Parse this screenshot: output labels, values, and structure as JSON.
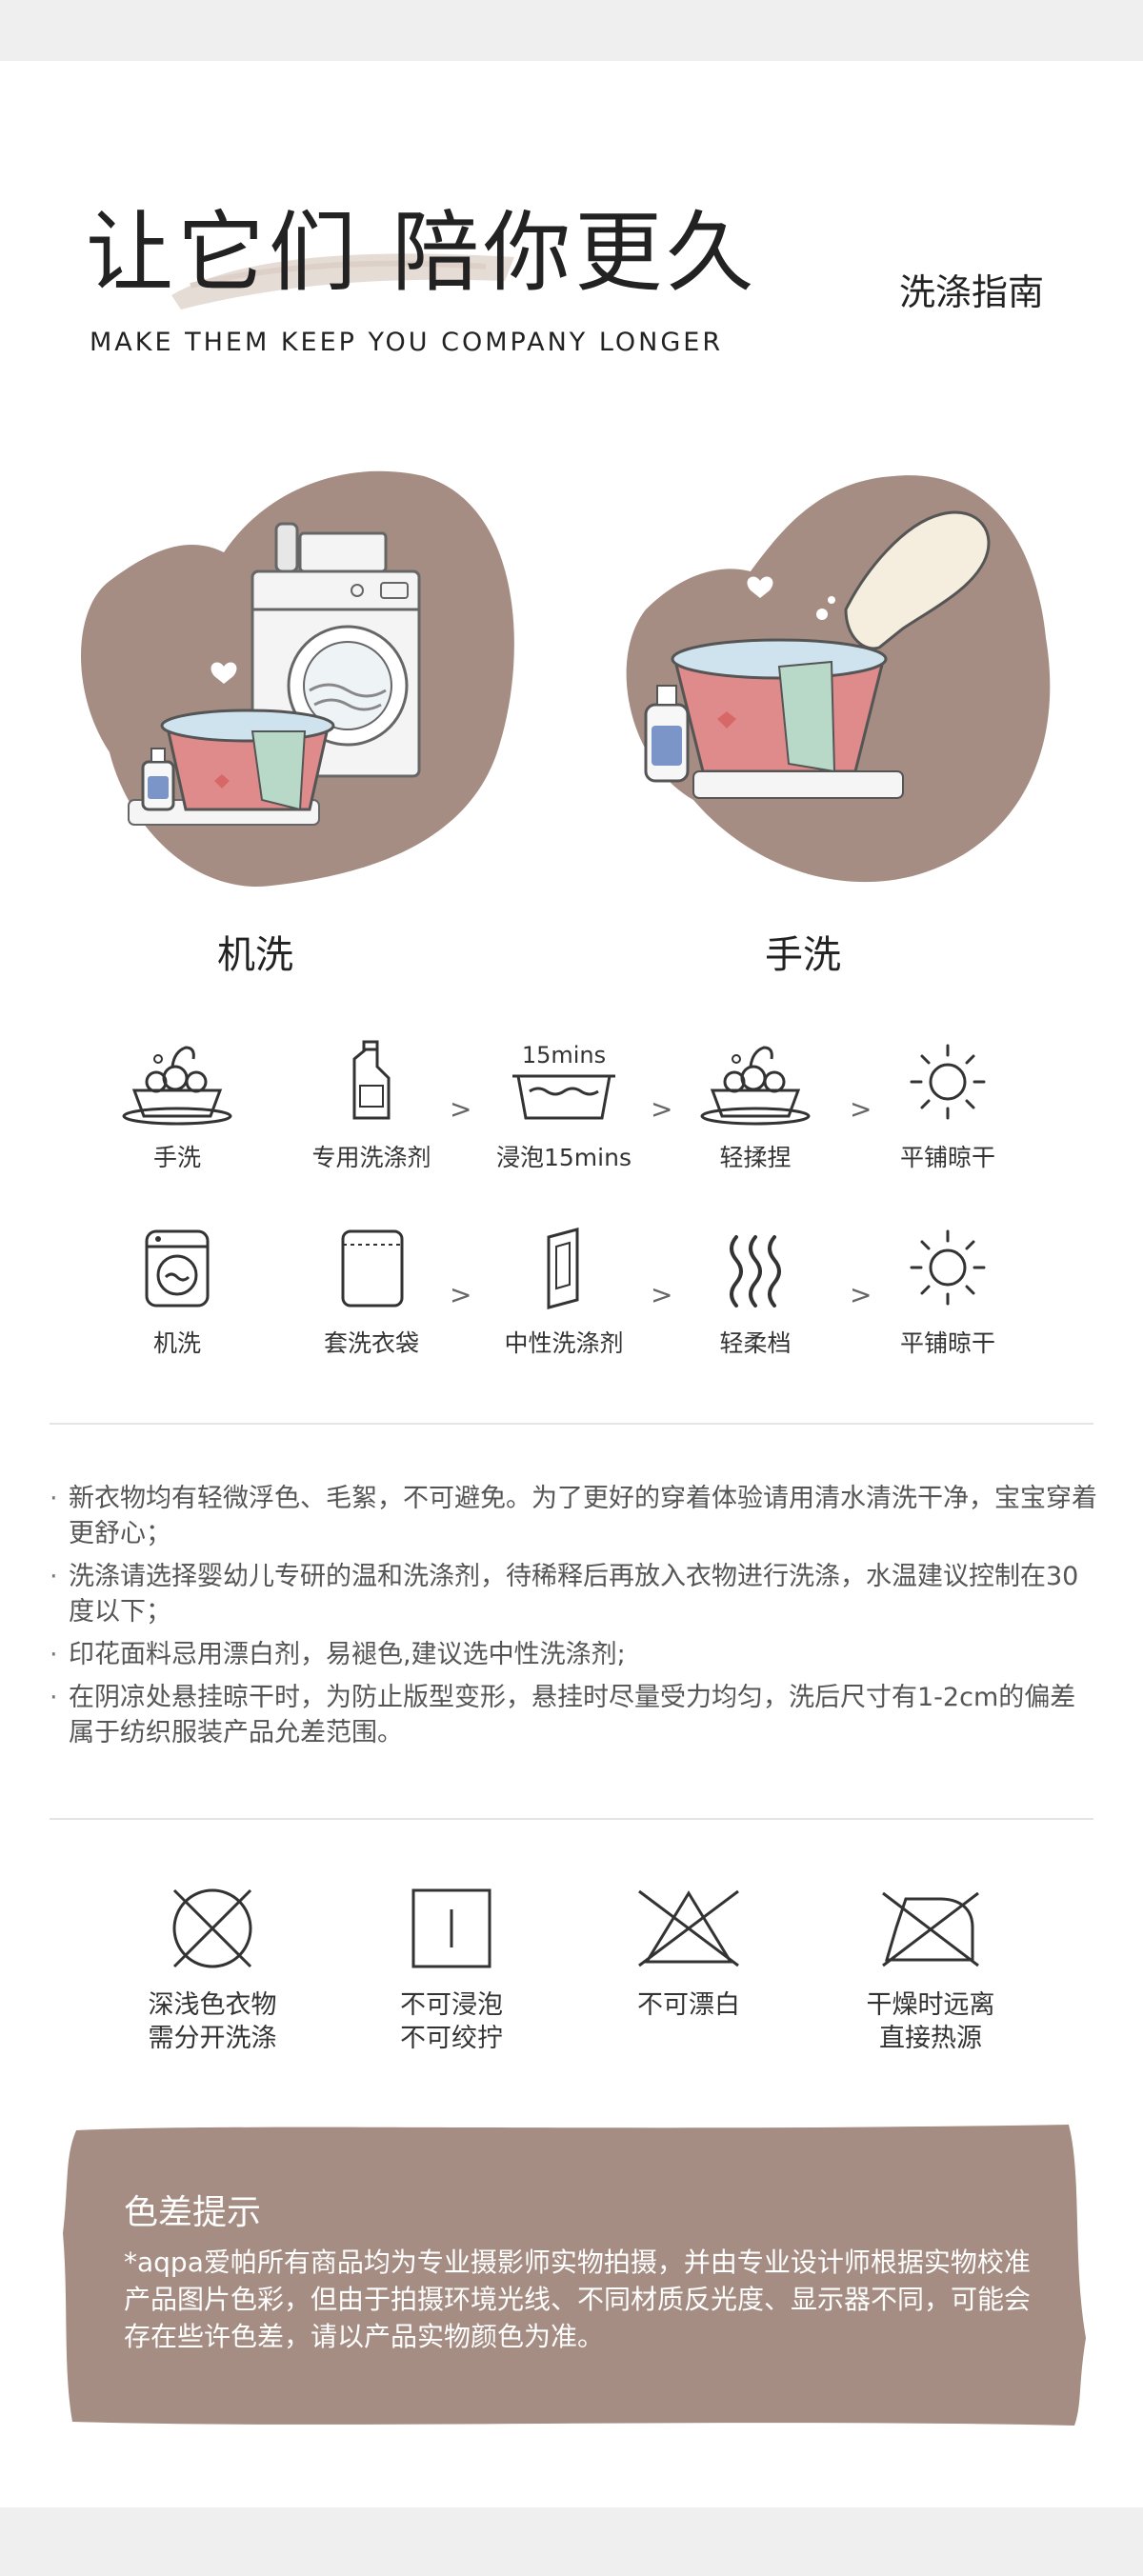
{
  "header": {
    "title_cn": "让它们 陪你更久",
    "title_en": "MAKE THEM KEEP YOU COMPANY LONGER",
    "guide_label": "洗涤指南"
  },
  "methods": [
    {
      "label": "机洗",
      "icon": "washing-machine-illustration"
    },
    {
      "label": "手洗",
      "icon": "hand-wash-illustration"
    }
  ],
  "hand_wash_steps": [
    {
      "label": "手洗",
      "icon": "basin-bubbles-icon"
    },
    {
      "label": "专用洗涤剂",
      "icon": "detergent-bottle-icon"
    },
    {
      "label": "浸泡15mins",
      "icon": "soak-basin-icon",
      "caption": "15mins"
    },
    {
      "label": "轻揉捏",
      "icon": "basin-bubbles-icon"
    },
    {
      "label": "平铺晾干",
      "icon": "sun-icon"
    }
  ],
  "machine_wash_steps": [
    {
      "label": "机洗",
      "icon": "washing-machine-icon"
    },
    {
      "label": "套洗衣袋",
      "icon": "laundry-bag-icon"
    },
    {
      "label": "中性洗涤剂",
      "icon": "detergent-box-icon"
    },
    {
      "label": "轻柔档",
      "icon": "gentle-wave-icon"
    },
    {
      "label": "平铺晾干",
      "icon": "sun-icon"
    }
  ],
  "arrow_glyph": ">",
  "notes": [
    "新衣物均有轻微浮色、毛絮，不可避免。为了更好的穿着体验请用清水清洗干净，宝宝穿着更舒心；",
    "洗涤请选择婴幼儿专研的温和洗涤剂，待稀释后再放入衣物进行洗涤，水温建议控制在30度以下；",
    "印花面料忌用漂白剂，易褪色,建议选中性洗涤剂;",
    "在阴凉处悬挂晾干时，为防止版型变形，悬挂时尽量受力均匀，洗后尺寸有1-2cm的偏差属于纺织服装产品允差范围。"
  ],
  "care_symbols": [
    {
      "line1": "深浅色衣物",
      "line2": "需分开洗涤",
      "icon": "no-tumble-dry-icon"
    },
    {
      "line1": "不可浸泡",
      "line2": "不可绞拧",
      "icon": "no-soak-icon"
    },
    {
      "line1": "不可漂白",
      "line2": "",
      "icon": "no-bleach-icon"
    },
    {
      "line1": "干燥时远离",
      "line2": "直接热源",
      "icon": "no-iron-icon"
    }
  ],
  "color_note": {
    "title": "色差提示",
    "text": "*aqpa爱帕所有商品均为专业摄影师实物拍摄，并由专业设计师根据实物校准产品图片色彩，但由于拍摄环境光线、不同材质反光度、显示器不同，可能会存在些许色差，请以产品实物颜色为准。"
  },
  "colors": {
    "accent_brown": "#a58d83",
    "basin_pink": "#e08b8b",
    "towel_mint": "#b8d8c8",
    "text_dark": "#222222",
    "band_gray": "#efefef"
  }
}
